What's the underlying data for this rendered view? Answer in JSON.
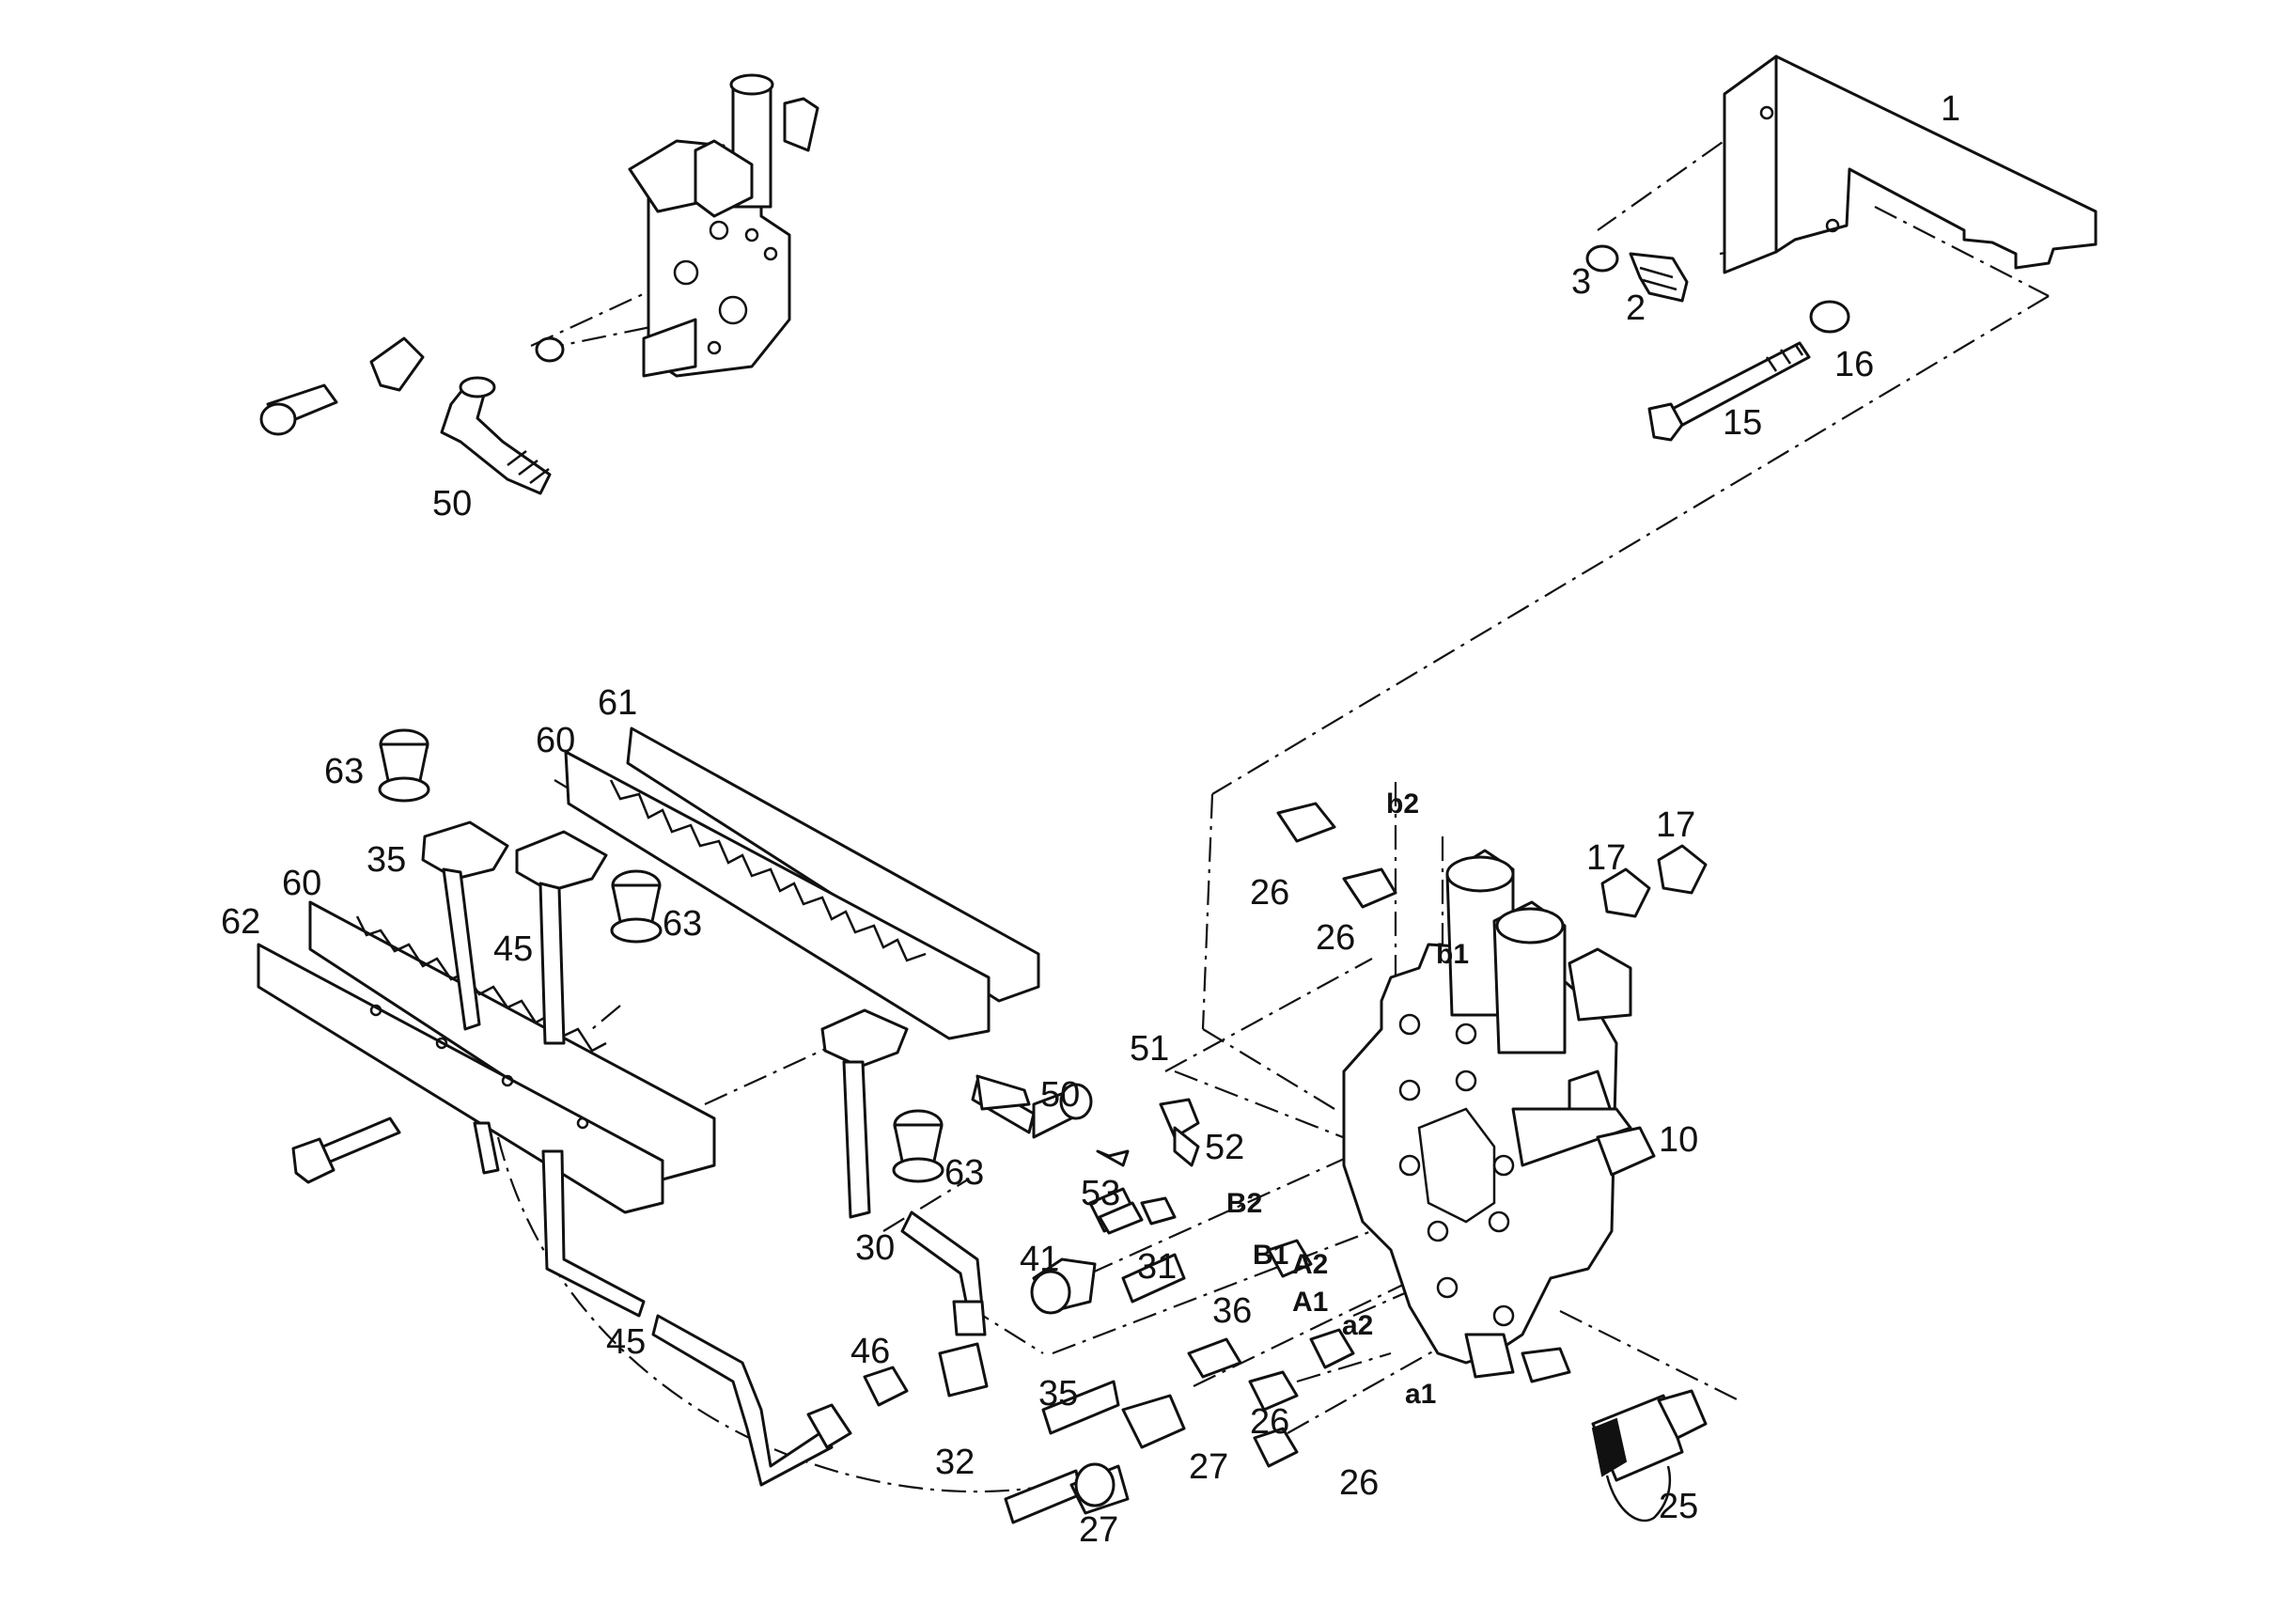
{
  "callouts": [
    {
      "id": "c1",
      "text": "1"
    },
    {
      "id": "c2",
      "text": "2"
    },
    {
      "id": "c3",
      "text": "3"
    },
    {
      "id": "c15",
      "text": "15"
    },
    {
      "id": "c16",
      "text": "16"
    },
    {
      "id": "c50a",
      "text": "50"
    },
    {
      "id": "c61",
      "text": "61"
    },
    {
      "id": "c60a",
      "text": "60"
    },
    {
      "id": "c63a",
      "text": "63"
    },
    {
      "id": "c35a",
      "text": "35"
    },
    {
      "id": "c60b",
      "text": "60"
    },
    {
      "id": "c62",
      "text": "62"
    },
    {
      "id": "c45a",
      "text": "45"
    },
    {
      "id": "c63b",
      "text": "63"
    },
    {
      "id": "c26a",
      "text": "26"
    },
    {
      "id": "c26b",
      "text": "26"
    },
    {
      "id": "c17a",
      "text": "17"
    },
    {
      "id": "c17b",
      "text": "17"
    },
    {
      "id": "c51",
      "text": "51"
    },
    {
      "id": "c50b",
      "text": "50"
    },
    {
      "id": "c63c",
      "text": "63"
    },
    {
      "id": "c52",
      "text": "52"
    },
    {
      "id": "c10",
      "text": "10"
    },
    {
      "id": "c53",
      "text": "53"
    },
    {
      "id": "c30",
      "text": "30"
    },
    {
      "id": "c41",
      "text": "41"
    },
    {
      "id": "c31",
      "text": "31"
    },
    {
      "id": "c36",
      "text": "36"
    },
    {
      "id": "c45b",
      "text": "45"
    },
    {
      "id": "c46",
      "text": "46"
    },
    {
      "id": "c35b",
      "text": "35"
    },
    {
      "id": "c32",
      "text": "32"
    },
    {
      "id": "c26c",
      "text": "26"
    },
    {
      "id": "c27a",
      "text": "27"
    },
    {
      "id": "c26d",
      "text": "26"
    },
    {
      "id": "c27b",
      "text": "27"
    },
    {
      "id": "c25",
      "text": "25"
    }
  ],
  "ports": [
    {
      "id": "b2",
      "text": "b2"
    },
    {
      "id": "b1",
      "text": "b1"
    },
    {
      "id": "B2",
      "text": "B2"
    },
    {
      "id": "B1",
      "text": "B1"
    },
    {
      "id": "A2",
      "text": "A2"
    },
    {
      "id": "A1",
      "text": "A1"
    },
    {
      "id": "a2",
      "text": "a2"
    },
    {
      "id": "a1",
      "text": "a1"
    }
  ]
}
